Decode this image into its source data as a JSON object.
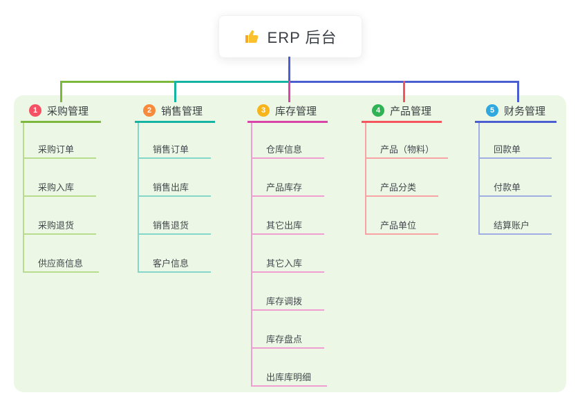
{
  "page": {
    "background": "#ffffff",
    "panel_background": "#ecf7e5",
    "text_color": "#3c4043"
  },
  "root": {
    "title": "ERP 后台",
    "icon": "thumbs-up-icon",
    "icon_color_main": "#fbc02d",
    "icon_color_cuff": "#f9a825",
    "connector_color": "#4a5ed0"
  },
  "branches": [
    {
      "number": "1",
      "title": "采购管理",
      "badge_color": "#f65064",
      "line_color": "#7cb83d",
      "child_line_color": "#b7dc8e",
      "children": [
        "采购订单",
        "采购入库",
        "采购退货",
        "供应商信息"
      ]
    },
    {
      "number": "2",
      "title": "销售管理",
      "badge_color": "#f78a3d",
      "line_color": "#14b3a2",
      "child_line_color": "#84d6c9",
      "children": [
        "销售订单",
        "销售出库",
        "销售退货",
        "客户信息"
      ]
    },
    {
      "number": "3",
      "title": "库存管理",
      "badge_color": "#f8b41b",
      "line_color": "#d844a8",
      "child_line_color": "#ef9ed2",
      "children": [
        "仓库信息",
        "产品库存",
        "其它出库",
        "其它入库",
        "库存调拨",
        "库存盘点",
        "出库库明细"
      ]
    },
    {
      "number": "4",
      "title": "产品管理",
      "badge_color": "#2fb355",
      "line_color": "#f4545c",
      "child_line_color": "#f8a2a6",
      "children": [
        "产品（物料）",
        "产品分类",
        "产品单位"
      ]
    },
    {
      "number": "5",
      "title": "财务管理",
      "badge_color": "#2fa8e0",
      "line_color": "#4a5ed0",
      "child_line_color": "#9fade3",
      "children": [
        "回款单",
        "付款单",
        "结算账户"
      ]
    }
  ]
}
